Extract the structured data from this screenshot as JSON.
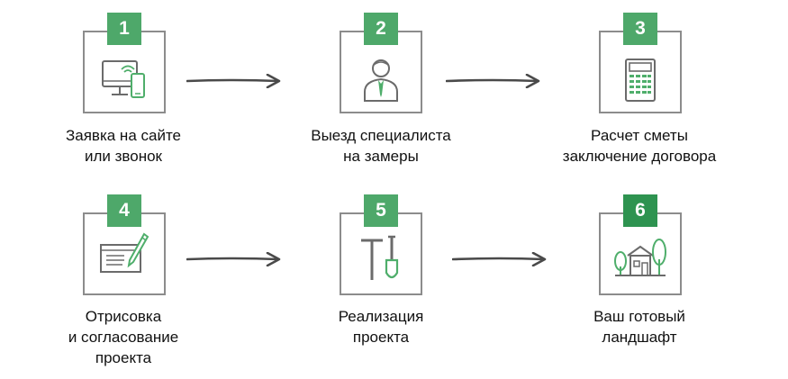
{
  "colors": {
    "badge_green": "#4ea86a",
    "badge_green_dark": "#2e9350",
    "icon_green": "#4fae6b",
    "icon_gray": "#6b6b6b",
    "arrow": "#4a4a4a",
    "frame": "#8c8c8c"
  },
  "steps": [
    {
      "number": "1",
      "icon": "computer-phone-icon",
      "lines": [
        "Заявка на сайте",
        "или звонок"
      ]
    },
    {
      "number": "2",
      "icon": "specialist-person-icon",
      "lines": [
        "Выезд специалиста",
        "на замеры"
      ]
    },
    {
      "number": "3",
      "icon": "calculator-icon",
      "lines": [
        "Расчет сметы",
        "заключение договора"
      ]
    },
    {
      "number": "4",
      "icon": "drawing-pen-icon",
      "lines": [
        "Отрисовка",
        "и согласование",
        "проекта"
      ]
    },
    {
      "number": "5",
      "icon": "garden-tools-icon",
      "lines": [
        "Реализация",
        "проекта"
      ]
    },
    {
      "number": "6",
      "icon": "house-landscape-icon",
      "lines": [
        "Ваш готовый",
        "ландшафт"
      ]
    }
  ]
}
